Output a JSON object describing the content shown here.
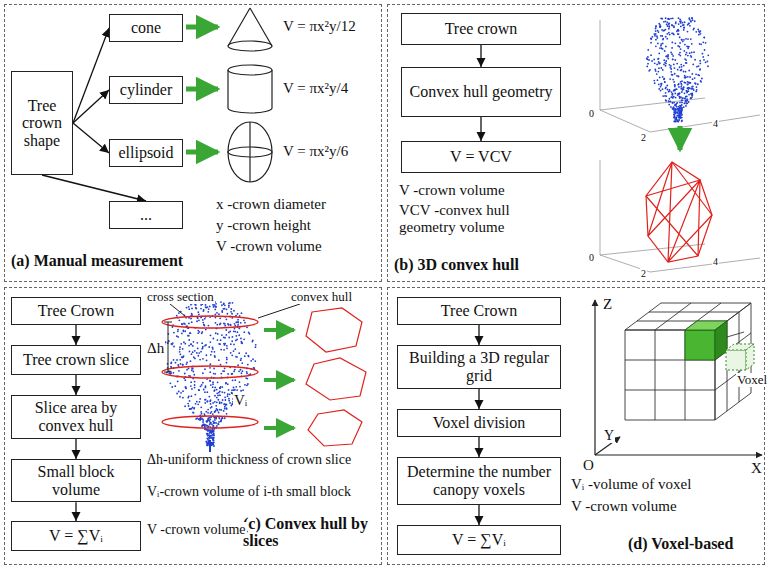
{
  "diagram": {
    "nodes": [
      {
        "text": [
          "(a) Manual measurement"
        ]
      },
      {
        "text": [
          "Tree crown shape"
        ],
        "in": 0
      },
      {
        "text": [
          "cone"
        ],
        "in": 0
      },
      {
        "text": [
          "cylinder"
        ],
        "in": 0
      },
      {
        "text": [
          "ellipsoid"
        ],
        "in": 0
      },
      {
        "text": [
          "..."
        ],
        "in": 0
      },
      {
        "text": [
          "(b) 3D convex hull"
        ]
      },
      {
        "text": [
          "Tree crown"
        ],
        "in": 6
      },
      {
        "text": [
          "Convex hull geometry"
        ],
        "in": 6
      },
      {
        "text": [
          "V = VCV"
        ],
        "in": 6
      },
      {
        "text": [
          "(c) Convex hull by slices"
        ]
      },
      {
        "text": [
          "Tree Crown"
        ],
        "in": 10
      },
      {
        "text": [
          "Tree crown slice"
        ],
        "in": 10
      },
      {
        "text": [
          "Slice area by convex hull"
        ],
        "in": 10
      },
      {
        "text": [
          "Small block volume"
        ],
        "in": 10
      },
      {
        "text": [
          "V = ∑Vᵢ"
        ],
        "in": 10
      },
      {
        "text": [
          "(d) Voxel-based"
        ]
      },
      {
        "text": [
          "Tree Crown"
        ],
        "in": 16
      },
      {
        "text": [
          "Building a 3D regular grid"
        ],
        "in": 16
      },
      {
        "text": [
          "Voxel division"
        ],
        "in": 16
      },
      {
        "text": [
          "Determine the number canopy voxels"
        ],
        "in": 16
      },
      {
        "text": [
          "V = ∑Vᵢ"
        ],
        "in": 16
      }
    ],
    "edges": [
      {
        "from": 1,
        "to": 2,
        "arrow": "to"
      },
      {
        "from": 1,
        "to": 3,
        "arrow": "to"
      },
      {
        "from": 1,
        "to": 4,
        "arrow": "to"
      },
      {
        "from": 1,
        "to": 5,
        "arrow": "to"
      },
      {
        "from": 7,
        "to": 8,
        "arrow": "to"
      },
      {
        "from": 8,
        "to": 9,
        "arrow": "to"
      },
      {
        "from": 11,
        "to": 12,
        "arrow": "to"
      },
      {
        "from": 12,
        "to": 13,
        "arrow": "to"
      },
      {
        "from": 13,
        "to": 14,
        "arrow": "to"
      },
      {
        "from": 14,
        "to": 15,
        "arrow": "to"
      },
      {
        "from": 17,
        "to": 18,
        "arrow": "to"
      },
      {
        "from": 18,
        "to": 19,
        "arrow": "to"
      },
      {
        "from": 19,
        "to": 20,
        "arrow": "to"
      },
      {
        "from": 20,
        "to": 21,
        "arrow": "to"
      }
    ],
    "labels": [
      "V = πx²y/12",
      "V = πx²y/4",
      "V = πx²y/6",
      "x -crown diameter",
      "y -crown height",
      "V -crown volume",
      "V -crown volume",
      "VCV -convex hull geometry volume",
      "0",
      "2",
      "4",
      "0",
      "2",
      "4",
      "cross section",
      "convex hull",
      "Δh",
      "Vᵢ",
      "Δh-uniform thickness of crown slice",
      "Vᵢ-crown volume of i-th small block",
      "V -crown volume",
      "Z",
      "Y",
      "X",
      "O",
      "Voxel",
      "Vᵢ -volume of voxel",
      "V -crown volume"
    ]
  }
}
